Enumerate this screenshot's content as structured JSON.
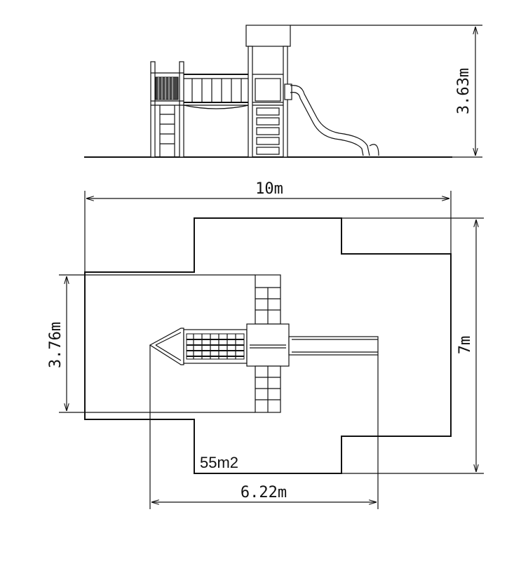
{
  "dimensions": {
    "height": "3.63m",
    "total_width": "10m",
    "side_depth": "3.76m",
    "right_depth": "7m",
    "structure_width": "6.22m"
  },
  "area": "55m2"
}
